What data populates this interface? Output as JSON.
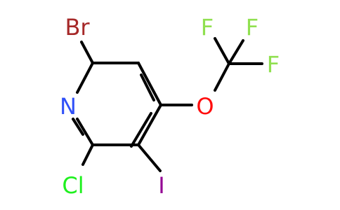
{
  "molecule": {
    "atoms": [
      {
        "id": "n1",
        "symbol": "N",
        "color": "#3050f8"
      },
      {
        "id": "br",
        "symbol": "Br",
        "color": "#a62929"
      },
      {
        "id": "cl",
        "symbol": "Cl",
        "color": "#1ff01f"
      },
      {
        "id": "i",
        "symbol": "I",
        "color": "#940094"
      },
      {
        "id": "o",
        "symbol": "O",
        "color": "#ff0d0d"
      },
      {
        "id": "f1",
        "symbol": "F",
        "color": "#90e050"
      },
      {
        "id": "f2",
        "symbol": "F",
        "color": "#90e050"
      },
      {
        "id": "f3",
        "symbol": "F",
        "color": "#90e050"
      }
    ],
    "bond_color": "#000000"
  }
}
